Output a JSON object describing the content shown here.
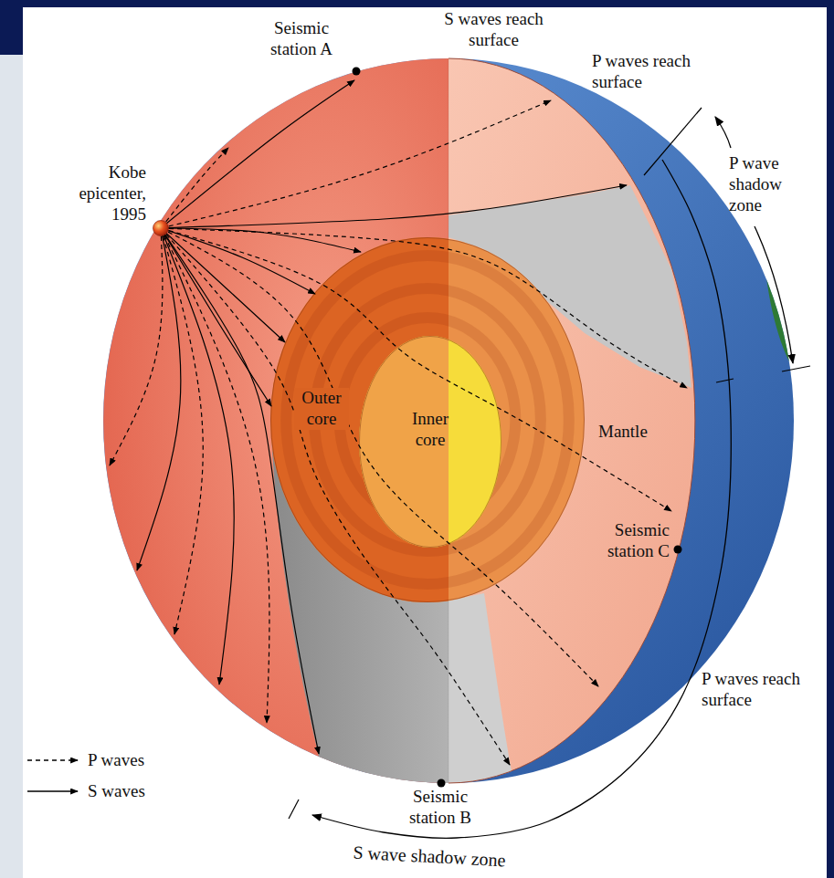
{
  "diagram": {
    "nodes": [
      {
        "text": [
          "Outer core"
        ]
      },
      {
        "text": [
          "Inner core"
        ],
        "in": 0
      }
    ],
    "labels": [
      "Seismic station A",
      "S waves reach surface",
      "P waves reach surface",
      "Kobe epicenter, 1995",
      "P wave shadow zone",
      "Mantle",
      "Seismic station C",
      "P waves reach surface",
      "Seismic station B",
      "S wave shadow zone"
    ],
    "legend": [
      {
        "text": "P waves"
      },
      {
        "text": "S waves"
      }
    ]
  }
}
